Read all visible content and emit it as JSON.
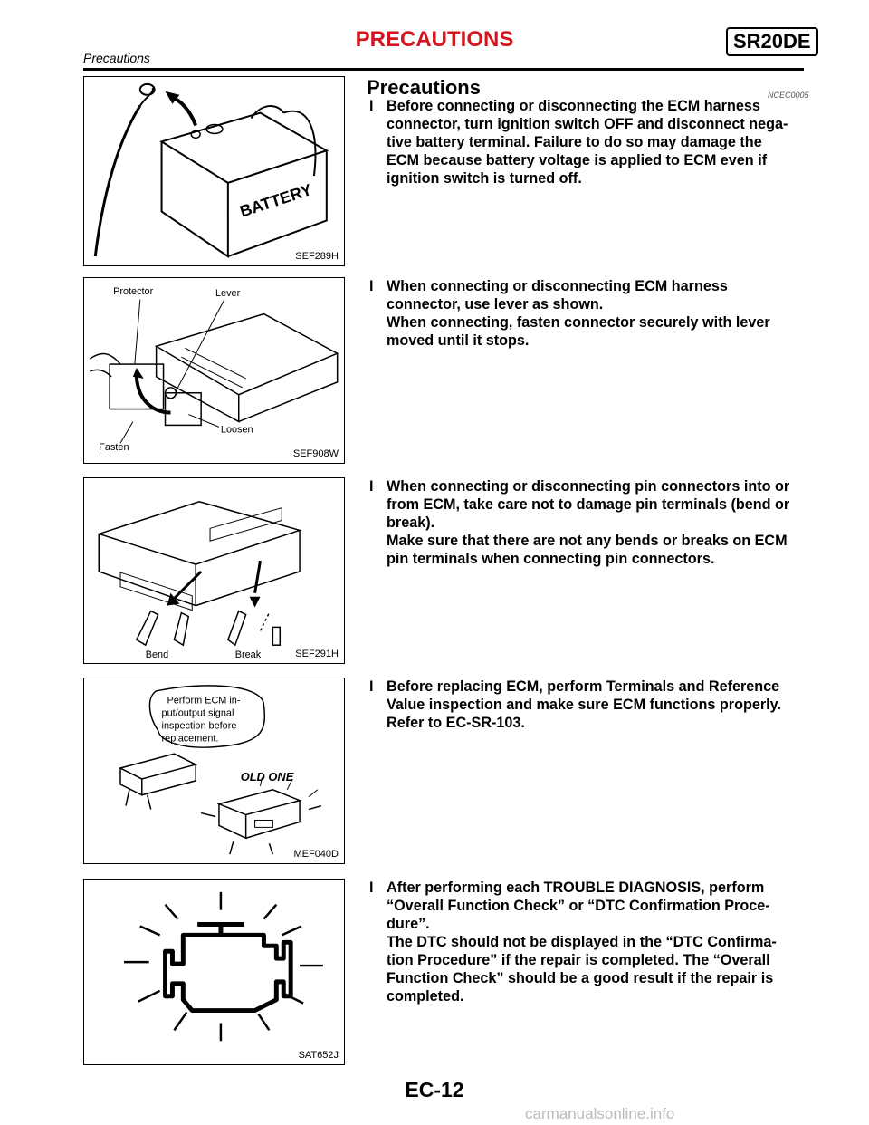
{
  "header": {
    "title": "PRECAUTIONS",
    "badge": "SR20DE",
    "subtitle": "Precautions"
  },
  "section": {
    "title": "Precautions",
    "ref": "NCEC0005"
  },
  "bullet_symbol": "I",
  "figures": [
    {
      "code": "SEF289H",
      "labels": {
        "battery": "BATTERY"
      }
    },
    {
      "code": "SEF908W",
      "labels": {
        "protector": "Protector",
        "lever": "Lever",
        "fasten": "Fasten",
        "loosen": "Loosen"
      }
    },
    {
      "code": "SEF291H",
      "labels": {
        "bend": "Bend",
        "break": "Break"
      }
    },
    {
      "code": "MEF040D",
      "labels": {
        "bubble_1": "Perform ECM in-",
        "bubble_2": "put/output signal",
        "bubble_3": "inspection before",
        "bubble_4": "replacement.",
        "old": "OLD ONE"
      }
    },
    {
      "code": "SAT652J",
      "labels": {}
    }
  ],
  "paragraphs": [
    "Before connecting or disconnecting the ECM harness\nconnector, turn ignition switch OFF and disconnect nega-\ntive battery terminal. Failure to do so may damage the\nECM because battery voltage is applied to ECM even if\nignition switch is turned off.",
    "When connecting or disconnecting ECM harness\nconnector, use lever as shown.\nWhen connecting, fasten connector securely with lever\nmoved until it stops.",
    "When connecting or disconnecting pin connectors into or\nfrom ECM, take care not to damage pin terminals (bend or\nbreak).\nMake sure that there are not any bends or breaks on ECM\npin terminals when connecting pin connectors.",
    "Before replacing ECM, perform Terminals and Reference\nValue inspection and make sure ECM functions properly.\nRefer to EC-SR-103.",
    "After performing each TROUBLE DIAGNOSIS, perform\n“Overall Function Check” or “DTC Confirmation Proce-\ndure”.\nThe DTC should not be displayed in the “DTC Confirma-\ntion Procedure” if the repair is completed. The “Overall\nFunction Check” should be a good result if the repair is\ncompleted."
  ],
  "footer": {
    "page": "EC-12"
  },
  "watermark": "carmanualsonline.info"
}
